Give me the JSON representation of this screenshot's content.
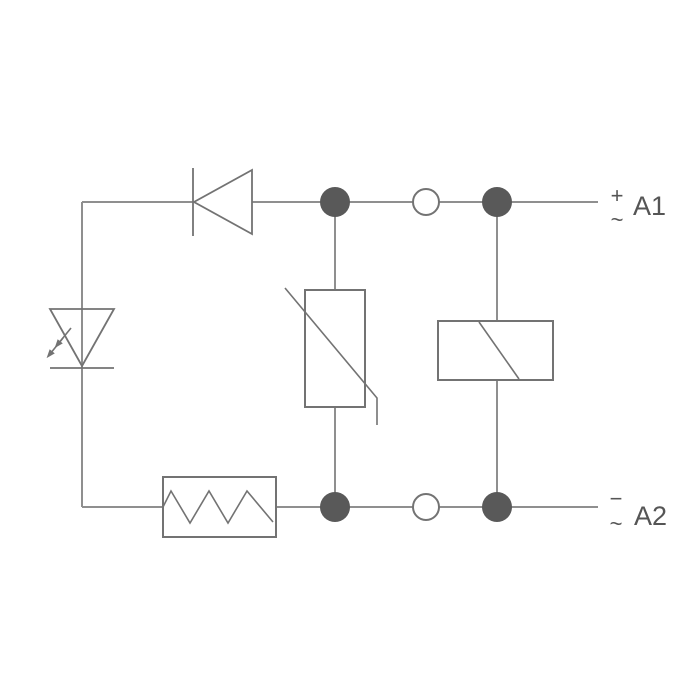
{
  "diagram": {
    "type": "electrical-schematic",
    "description": "Relay module input circuit",
    "symbols": [
      "diode",
      "led-indicator",
      "varistor",
      "relay-coil",
      "resistor",
      "junction-dot",
      "open-terminal"
    ]
  },
  "terminals": {
    "a1": {
      "label": "A1",
      "sign_top": "+",
      "sign_bottom": "~"
    },
    "a2": {
      "label": "A2",
      "sign_top": "−",
      "sign_bottom": "~"
    }
  },
  "colors": {
    "background": "#ffffff",
    "wire": "#8f8f8f",
    "outline": "#737373",
    "junction_dot": "#595959",
    "terminal_fill": "#ffffff",
    "text": "#555555"
  }
}
